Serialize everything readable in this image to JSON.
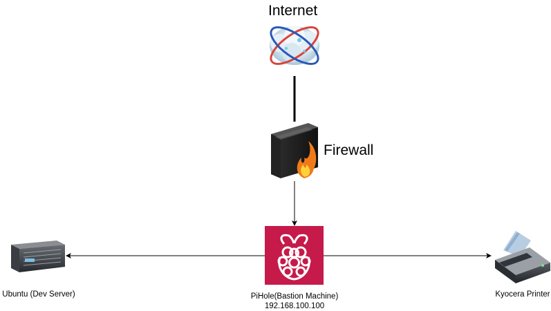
{
  "nodes": {
    "internet": {
      "label": "Internet",
      "icon": "internet-cloud-icon"
    },
    "firewall": {
      "label": "Firewall",
      "icon": "firewall-server-icon"
    },
    "pihole": {
      "label": "PiHole(Bastion Machine)",
      "ip": "192.168.100.100",
      "icon": "raspberry-pi-icon",
      "color": "#c51a4a"
    },
    "ubuntu": {
      "label": "Ubuntu (Dev Server)",
      "icon": "server-rack-icon"
    },
    "printer": {
      "label": "Kyocera Printer",
      "icon": "printer-icon"
    }
  },
  "edges": [
    {
      "from": "internet",
      "to": "firewall",
      "arrow": false
    },
    {
      "from": "firewall",
      "to": "pihole",
      "arrow": true
    },
    {
      "from": "pihole",
      "to": "ubuntu",
      "arrow": true
    },
    {
      "from": "pihole",
      "to": "printer",
      "arrow": true
    }
  ]
}
